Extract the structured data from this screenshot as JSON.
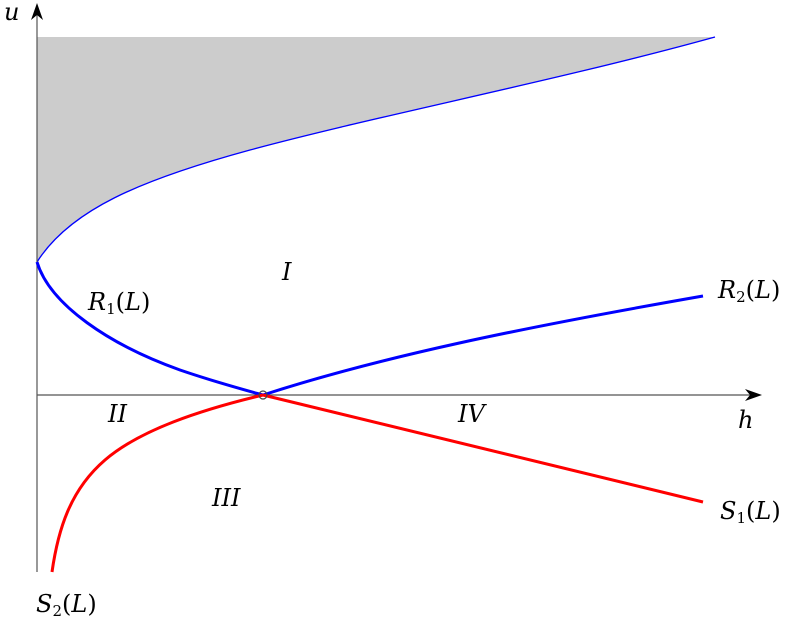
{
  "diagram": {
    "axes": {
      "x_label": "h",
      "y_label": "u"
    },
    "regions": {
      "I": "I",
      "II": "II",
      "III": "III",
      "IV": "IV"
    },
    "curves": {
      "R1": {
        "symbol": "R",
        "sub": "1",
        "arg": "L",
        "color": "#0000ff"
      },
      "R2": {
        "symbol": "R",
        "sub": "2",
        "arg": "L",
        "color": "#0000ff"
      },
      "S1": {
        "symbol": "S",
        "sub": "1",
        "arg": "L",
        "color": "#ff0000"
      },
      "S2": {
        "symbol": "S",
        "sub": "2",
        "arg": "L",
        "color": "#ff0000"
      }
    },
    "colors": {
      "shaded_region": "#cccccc",
      "axis": "#555555",
      "upper_boundary": "#0000ff"
    },
    "paren_open": "(",
    "paren_close": ")"
  }
}
